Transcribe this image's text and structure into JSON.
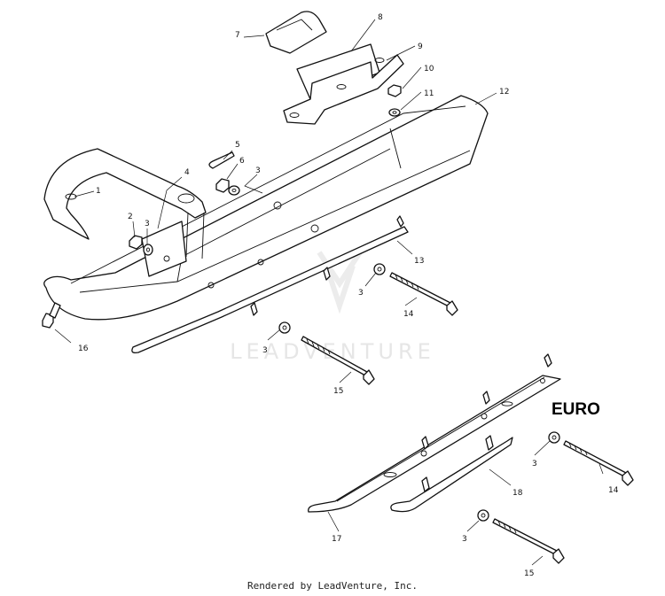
{
  "callouts": [
    {
      "id": "c1",
      "label": "1"
    },
    {
      "id": "c2",
      "label": "2"
    },
    {
      "id": "c3a",
      "label": "3"
    },
    {
      "id": "c3b",
      "label": "3"
    },
    {
      "id": "c3c",
      "label": "3"
    },
    {
      "id": "c3d",
      "label": "3"
    },
    {
      "id": "c3e",
      "label": "3"
    },
    {
      "id": "c3f",
      "label": "3"
    },
    {
      "id": "c4",
      "label": "4"
    },
    {
      "id": "c5",
      "label": "5"
    },
    {
      "id": "c6",
      "label": "6"
    },
    {
      "id": "c7",
      "label": "7"
    },
    {
      "id": "c8",
      "label": "8"
    },
    {
      "id": "c9",
      "label": "9"
    },
    {
      "id": "c10",
      "label": "10"
    },
    {
      "id": "c11",
      "label": "11"
    },
    {
      "id": "c12",
      "label": "12"
    },
    {
      "id": "c13",
      "label": "13"
    },
    {
      "id": "c14a",
      "label": "14"
    },
    {
      "id": "c14b",
      "label": "14"
    },
    {
      "id": "c15a",
      "label": "15"
    },
    {
      "id": "c15b",
      "label": "15"
    },
    {
      "id": "c16",
      "label": "16"
    },
    {
      "id": "c17",
      "label": "17"
    },
    {
      "id": "c18",
      "label": "18"
    }
  ],
  "section_label": "EURO",
  "watermark": "LEADVENTURE",
  "footer": "Rendered by LeadVenture, Inc."
}
